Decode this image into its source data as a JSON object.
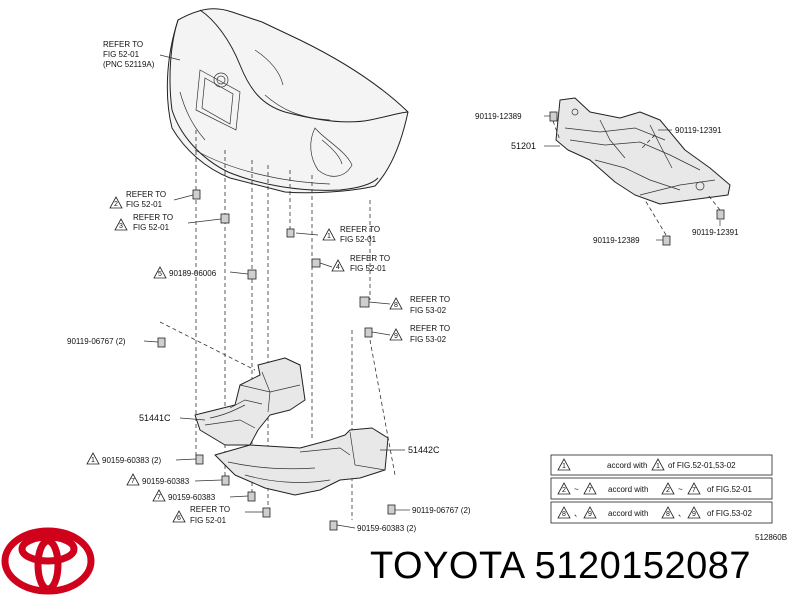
{
  "labels": {
    "bumper_ref_line1": "REFER TO",
    "bumper_ref_line2": "FIG 52-01",
    "bumper_ref_line3": "(PNC 52119A)",
    "ref2_l1": "REFER TO",
    "ref2_l2": "FIG 52-01",
    "ref3_l1": "REFER TO",
    "ref3_l2": "FIG 52-01",
    "ref1_l1": "REFER TO",
    "ref1_l2": "FIG 52-01",
    "ref4_l1": "REFER TO",
    "ref4_l2": "FIG 52-01",
    "ref8_l1": "REFER TO",
    "ref8_l2": "FIG 53-02",
    "ref9_l1": "REFER TO",
    "ref9_l2": "FIG 53-02",
    "ref6_l1": "REFER TO",
    "ref6_l2": "FIG 52-01",
    "p_90189_06006": "90189-06006",
    "p_90119_06767_2_left": "90119-06767 (2)",
    "p_51441C": "51441C",
    "p_51442C": "51442C",
    "p_90159_60383_2_left": "90159-60383 (2)",
    "p_90159_60383_a": "90159-60383",
    "p_90159_60383_b": "90159-60383",
    "p_90119_06767_2_right": "90119-06767 (2)",
    "p_90159_60383_2_right": "90159-60383 (2)",
    "p_90119_12389_top": "90119-12389",
    "p_90119_12391_top": "90119-12391",
    "p_51201": "51201",
    "p_90119_12389_bot": "90119-12389",
    "p_90119_12391_bot": "90119-12391",
    "diagram_code": "512860B"
  },
  "triangle_numbers": {
    "t2": "2",
    "t3": "3",
    "t1": "1",
    "t4": "4",
    "t5": "5",
    "t8": "8",
    "t9": "9",
    "t1b": "1",
    "t7": "7",
    "t7b": "7",
    "t6": "6"
  },
  "legend": {
    "row1": {
      "a": "1",
      "text": "accord with",
      "b": "1",
      "tail": "of FIG.52-01,53-02"
    },
    "row2": {
      "a": "2",
      "sep": "~",
      "b": "7",
      "text": "accord with",
      "c": "2",
      "sep2": "~",
      "d": "7",
      "tail": "of FIG.52-01"
    },
    "row3": {
      "a": "8",
      "sep": "、",
      "b": "9",
      "text": "accord with",
      "c": "8",
      "sep2": "、",
      "d": "9",
      "tail": "of FIG.53-02"
    }
  },
  "brand": {
    "text": "TOYOTA 5120152087",
    "logo_color": "#d0021b"
  }
}
